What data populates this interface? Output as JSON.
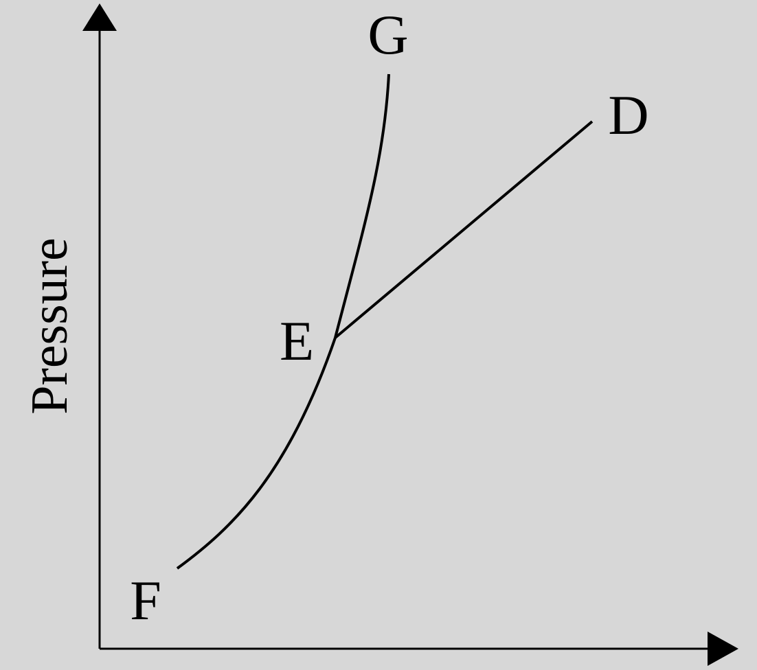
{
  "diagram": {
    "ylabel": "Pressure",
    "points": {
      "G": "G",
      "D": "D",
      "E": "E",
      "F": "F"
    },
    "colors": {
      "background": "#d7d7d7",
      "ink": "#000000"
    }
  }
}
